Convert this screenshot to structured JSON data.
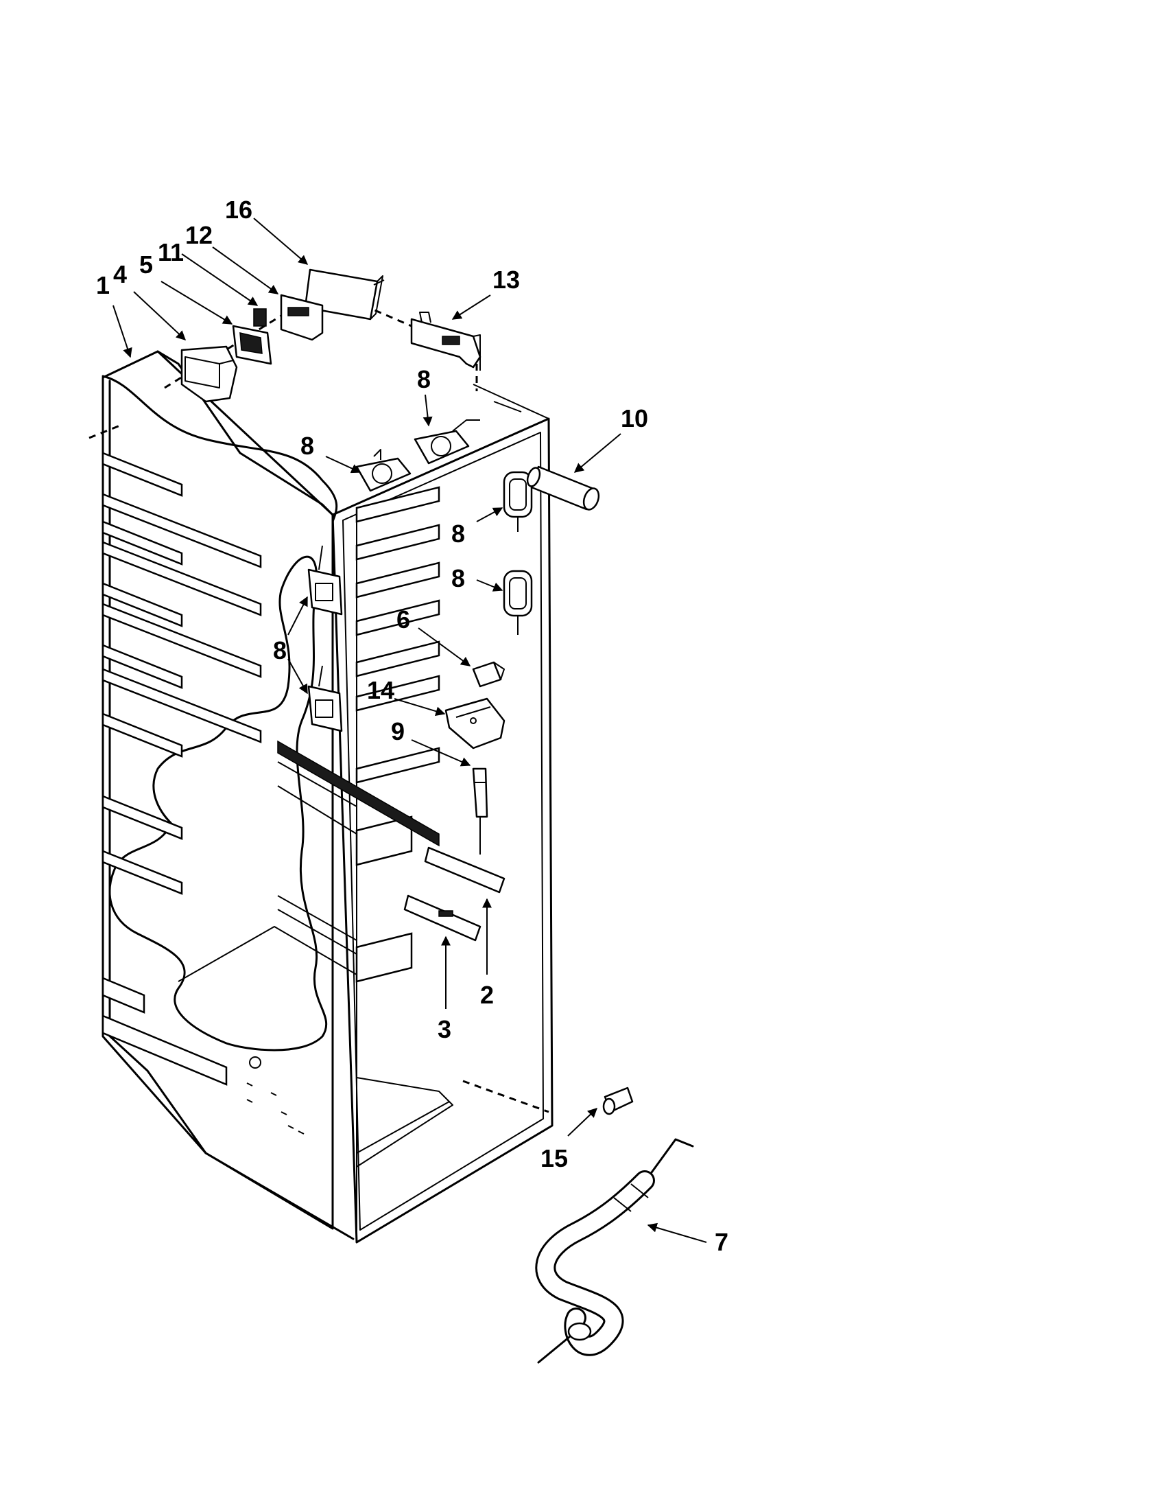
{
  "diagram": {
    "callouts": [
      {
        "id": "c1",
        "text": "1"
      },
      {
        "id": "c2",
        "text": "2"
      },
      {
        "id": "c3",
        "text": "3"
      },
      {
        "id": "c4",
        "text": "4"
      },
      {
        "id": "c5",
        "text": "5"
      },
      {
        "id": "c6",
        "text": "6"
      },
      {
        "id": "c7",
        "text": "7"
      },
      {
        "id": "c8a",
        "text": "8"
      },
      {
        "id": "c8b",
        "text": "8"
      },
      {
        "id": "c8c",
        "text": "8"
      },
      {
        "id": "c8d",
        "text": "8"
      },
      {
        "id": "c8e",
        "text": "8"
      },
      {
        "id": "c9",
        "text": "9"
      },
      {
        "id": "c10",
        "text": "10"
      },
      {
        "id": "c11",
        "text": "11"
      },
      {
        "id": "c12",
        "text": "12"
      },
      {
        "id": "c13",
        "text": "13"
      },
      {
        "id": "c14",
        "text": "14"
      },
      {
        "id": "c15",
        "text": "15"
      },
      {
        "id": "c16",
        "text": "16"
      }
    ]
  }
}
